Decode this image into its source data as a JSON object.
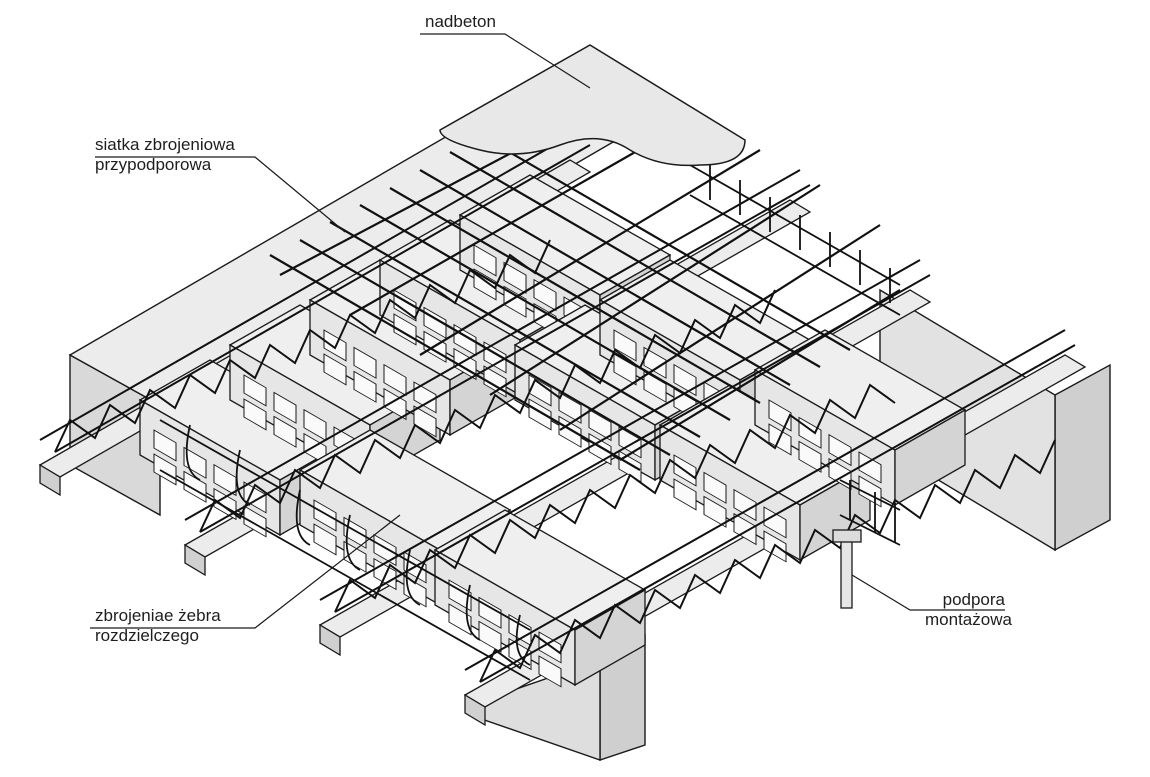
{
  "labels": {
    "nadbeton": "nadbeton",
    "siatka_line1": "siatka zbrojeniowa",
    "siatka_line2": "przypodporowa",
    "zbrojenie_line1": "zbrojeniae żebra",
    "zbrojenie_line2": "rozdzielczego",
    "podpora_line1": "podpora",
    "podpora_line2": "montażowa"
  },
  "colors": {
    "concrete_top": "#ececec",
    "concrete_side": "#d9d9d9",
    "concrete_dark": "#c9c9c9",
    "block_face": "#e6e6e6",
    "line": "#1a1a1a",
    "rebar": "#111111"
  }
}
